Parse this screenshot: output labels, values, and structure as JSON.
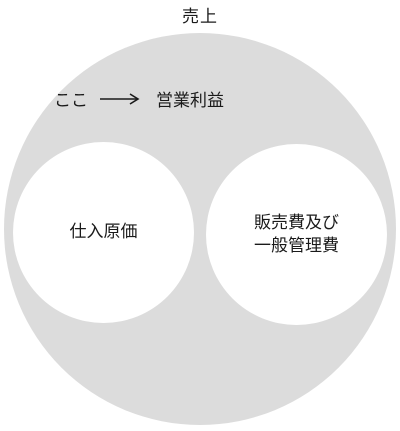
{
  "title": "売上",
  "annotation": {
    "pointer_text": "ここ",
    "arrow_icon": "right-arrow-icon",
    "target_text": "営業利益"
  },
  "circles": {
    "left_label": "仕入原価",
    "right_label_line1": "販売費及び",
    "right_label_line2": "一般管理費"
  },
  "colors": {
    "outer_fill": "#dcdcdc",
    "inner_fill": "#ffffff",
    "text": "#1a1a1a"
  }
}
